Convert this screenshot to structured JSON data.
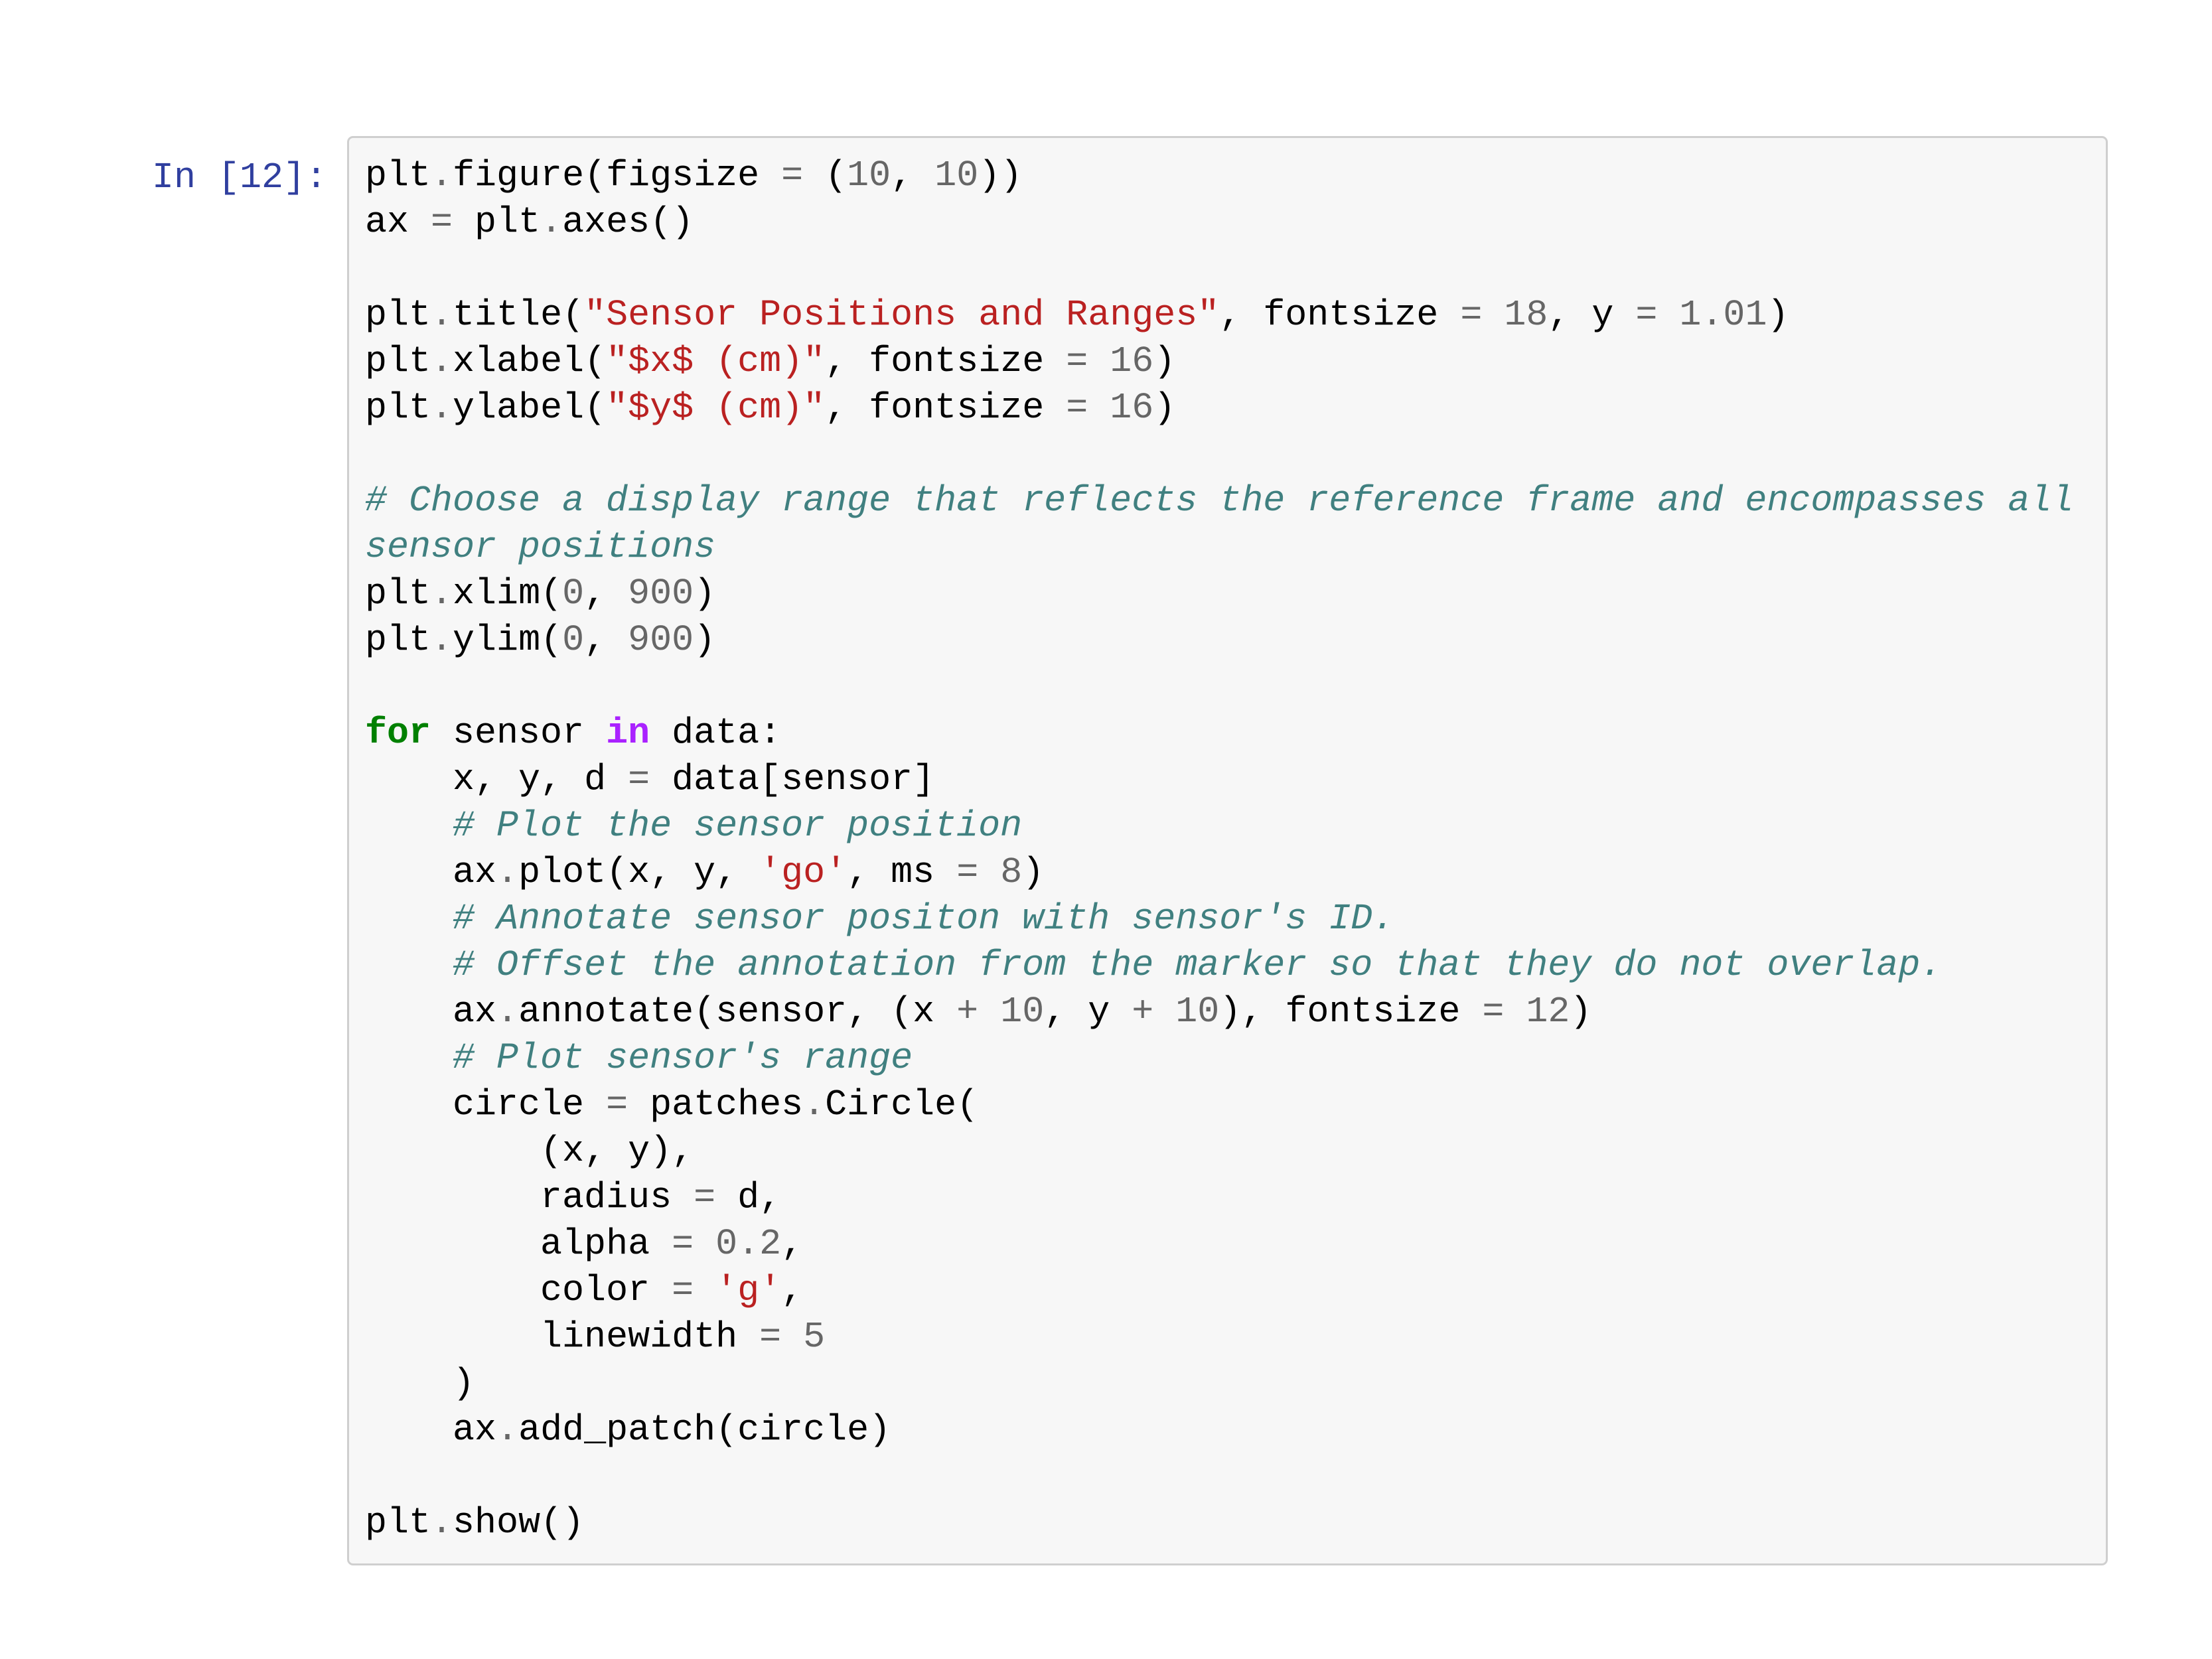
{
  "colors": {
    "page_bg": "#ffffff",
    "cell_bg": "#f7f7f7",
    "cell_border": "#cfcfcf",
    "prompt_color": "#303f9f",
    "token_plain": "#000000",
    "token_operator_number": "#666666",
    "token_string": "#ba2121",
    "token_comment": "#408080",
    "token_keyword": "#008000",
    "token_keyword_operator": "#aa22ff"
  },
  "notebook": {
    "cell": {
      "type": "code",
      "language": "python",
      "prompt": "In [12]:",
      "code_lines": [
        [
          {
            "c": "pl",
            "t": "plt"
          },
          {
            "c": "op",
            "t": "."
          },
          {
            "c": "pl",
            "t": "figure(figsize "
          },
          {
            "c": "op",
            "t": "="
          },
          {
            "c": "pl",
            "t": " ("
          },
          {
            "c": "op",
            "t": "10"
          },
          {
            "c": "pl",
            "t": ", "
          },
          {
            "c": "op",
            "t": "10"
          },
          {
            "c": "pl",
            "t": "))"
          }
        ],
        [
          {
            "c": "pl",
            "t": "ax "
          },
          {
            "c": "op",
            "t": "="
          },
          {
            "c": "pl",
            "t": " plt"
          },
          {
            "c": "op",
            "t": "."
          },
          {
            "c": "pl",
            "t": "axes()"
          }
        ],
        [],
        [
          {
            "c": "pl",
            "t": "plt"
          },
          {
            "c": "op",
            "t": "."
          },
          {
            "c": "pl",
            "t": "title("
          },
          {
            "c": "st",
            "t": "\"Sensor Positions and Ranges\""
          },
          {
            "c": "pl",
            "t": ", fontsize "
          },
          {
            "c": "op",
            "t": "="
          },
          {
            "c": "pl",
            "t": " "
          },
          {
            "c": "op",
            "t": "18"
          },
          {
            "c": "pl",
            "t": ", y "
          },
          {
            "c": "op",
            "t": "="
          },
          {
            "c": "pl",
            "t": " "
          },
          {
            "c": "op",
            "t": "1.01"
          },
          {
            "c": "pl",
            "t": ")"
          }
        ],
        [
          {
            "c": "pl",
            "t": "plt"
          },
          {
            "c": "op",
            "t": "."
          },
          {
            "c": "pl",
            "t": "xlabel("
          },
          {
            "c": "st",
            "t": "\"$x$ (cm)\""
          },
          {
            "c": "pl",
            "t": ", fontsize "
          },
          {
            "c": "op",
            "t": "="
          },
          {
            "c": "pl",
            "t": " "
          },
          {
            "c": "op",
            "t": "16"
          },
          {
            "c": "pl",
            "t": ")"
          }
        ],
        [
          {
            "c": "pl",
            "t": "plt"
          },
          {
            "c": "op",
            "t": "."
          },
          {
            "c": "pl",
            "t": "ylabel("
          },
          {
            "c": "st",
            "t": "\"$y$ (cm)\""
          },
          {
            "c": "pl",
            "t": ", fontsize "
          },
          {
            "c": "op",
            "t": "="
          },
          {
            "c": "pl",
            "t": " "
          },
          {
            "c": "op",
            "t": "16"
          },
          {
            "c": "pl",
            "t": ")"
          }
        ],
        [],
        [
          {
            "c": "cm",
            "t": "# Choose a display range that reflects the reference frame and encompasses all sensor positions"
          }
        ],
        [
          {
            "c": "pl",
            "t": "plt"
          },
          {
            "c": "op",
            "t": "."
          },
          {
            "c": "pl",
            "t": "xlim("
          },
          {
            "c": "op",
            "t": "0"
          },
          {
            "c": "pl",
            "t": ", "
          },
          {
            "c": "op",
            "t": "900"
          },
          {
            "c": "pl",
            "t": ")"
          }
        ],
        [
          {
            "c": "pl",
            "t": "plt"
          },
          {
            "c": "op",
            "t": "."
          },
          {
            "c": "pl",
            "t": "ylim("
          },
          {
            "c": "op",
            "t": "0"
          },
          {
            "c": "pl",
            "t": ", "
          },
          {
            "c": "op",
            "t": "900"
          },
          {
            "c": "pl",
            "t": ")"
          }
        ],
        [],
        [
          {
            "c": "kw",
            "t": "for"
          },
          {
            "c": "pl",
            "t": " sensor "
          },
          {
            "c": "ow",
            "t": "in"
          },
          {
            "c": "pl",
            "t": " data:"
          }
        ],
        [
          {
            "c": "pl",
            "t": "    x, y, d "
          },
          {
            "c": "op",
            "t": "="
          },
          {
            "c": "pl",
            "t": " data[sensor]"
          }
        ],
        [
          {
            "c": "pl",
            "t": "    "
          },
          {
            "c": "cm",
            "t": "# Plot the sensor position"
          }
        ],
        [
          {
            "c": "pl",
            "t": "    ax"
          },
          {
            "c": "op",
            "t": "."
          },
          {
            "c": "pl",
            "t": "plot(x, y, "
          },
          {
            "c": "st",
            "t": "'go'"
          },
          {
            "c": "pl",
            "t": ", ms "
          },
          {
            "c": "op",
            "t": "="
          },
          {
            "c": "pl",
            "t": " "
          },
          {
            "c": "op",
            "t": "8"
          },
          {
            "c": "pl",
            "t": ")"
          }
        ],
        [
          {
            "c": "pl",
            "t": "    "
          },
          {
            "c": "cm",
            "t": "# Annotate sensor positon with sensor's ID."
          }
        ],
        [
          {
            "c": "pl",
            "t": "    "
          },
          {
            "c": "cm",
            "t": "# Offset the annotation from the marker so that they do not overlap."
          }
        ],
        [
          {
            "c": "pl",
            "t": "    ax"
          },
          {
            "c": "op",
            "t": "."
          },
          {
            "c": "pl",
            "t": "annotate(sensor, (x "
          },
          {
            "c": "op",
            "t": "+"
          },
          {
            "c": "pl",
            "t": " "
          },
          {
            "c": "op",
            "t": "10"
          },
          {
            "c": "pl",
            "t": ", y "
          },
          {
            "c": "op",
            "t": "+"
          },
          {
            "c": "pl",
            "t": " "
          },
          {
            "c": "op",
            "t": "10"
          },
          {
            "c": "pl",
            "t": "), fontsize "
          },
          {
            "c": "op",
            "t": "="
          },
          {
            "c": "pl",
            "t": " "
          },
          {
            "c": "op",
            "t": "12"
          },
          {
            "c": "pl",
            "t": ")"
          }
        ],
        [
          {
            "c": "pl",
            "t": "    "
          },
          {
            "c": "cm",
            "t": "# Plot sensor's range"
          }
        ],
        [
          {
            "c": "pl",
            "t": "    circle "
          },
          {
            "c": "op",
            "t": "="
          },
          {
            "c": "pl",
            "t": " patches"
          },
          {
            "c": "op",
            "t": "."
          },
          {
            "c": "pl",
            "t": "Circle("
          }
        ],
        [
          {
            "c": "pl",
            "t": "        (x, y),"
          }
        ],
        [
          {
            "c": "pl",
            "t": "        radius "
          },
          {
            "c": "op",
            "t": "="
          },
          {
            "c": "pl",
            "t": " d,"
          }
        ],
        [
          {
            "c": "pl",
            "t": "        alpha "
          },
          {
            "c": "op",
            "t": "="
          },
          {
            "c": "pl",
            "t": " "
          },
          {
            "c": "op",
            "t": "0.2"
          },
          {
            "c": "pl",
            "t": ","
          }
        ],
        [
          {
            "c": "pl",
            "t": "        color "
          },
          {
            "c": "op",
            "t": "="
          },
          {
            "c": "pl",
            "t": " "
          },
          {
            "c": "st",
            "t": "'g'"
          },
          {
            "c": "pl",
            "t": ","
          }
        ],
        [
          {
            "c": "pl",
            "t": "        linewidth "
          },
          {
            "c": "op",
            "t": "="
          },
          {
            "c": "pl",
            "t": " "
          },
          {
            "c": "op",
            "t": "5"
          }
        ],
        [
          {
            "c": "pl",
            "t": "    )"
          }
        ],
        [
          {
            "c": "pl",
            "t": "    ax"
          },
          {
            "c": "op",
            "t": "."
          },
          {
            "c": "pl",
            "t": "add_patch(circle)"
          }
        ],
        [],
        [
          {
            "c": "pl",
            "t": "plt"
          },
          {
            "c": "op",
            "t": "."
          },
          {
            "c": "pl",
            "t": "show()"
          }
        ]
      ]
    }
  }
}
